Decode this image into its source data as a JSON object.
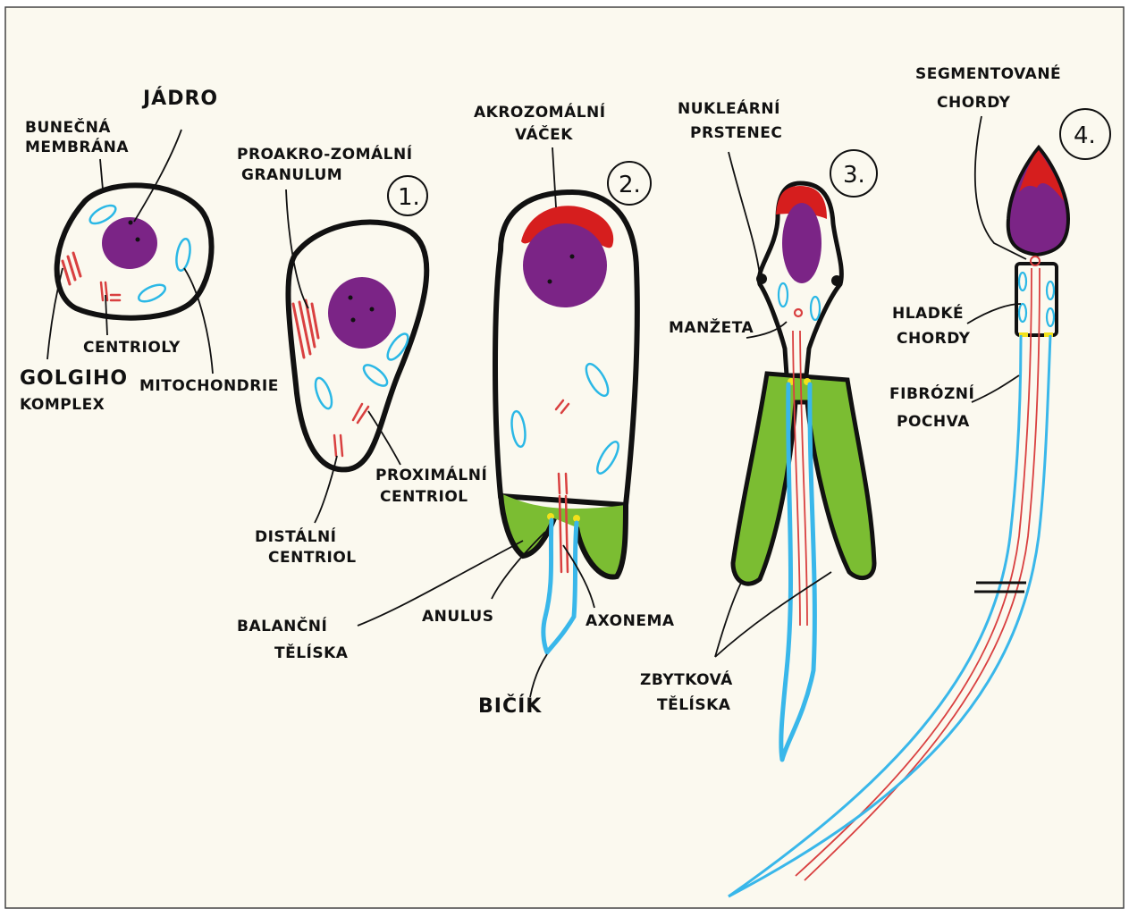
{
  "colors": {
    "paper": "#fbf9ef",
    "outline": "#111111",
    "nucleus": "#7b2486",
    "acrosome": "#d61e1e",
    "golgi": "#d94040",
    "mitochondria": "#2bb8e6",
    "body_green": "#7bbd32",
    "annulus": "#f2e11b",
    "flagellum": "#39b7ea"
  },
  "stages": [
    "1.",
    "2.",
    "3.",
    "4."
  ],
  "labels": {
    "bunecna_1": "BUNEČNÁ",
    "bunecna_2": "MEMBRÁNA",
    "jadro": "JÁDRO",
    "golgiho_1": "GOLGIHO",
    "golgiho_2": "KOMPLEX",
    "centrioly": "CENTRIOLY",
    "mitochondrie": "MITOCHONDRIE",
    "proakro_1": "PROAKRO-ZOMÁLNÍ",
    "proakro_2": "GRANULUM",
    "proximalni_1": "PROXIMÁLNÍ",
    "proximalni_2": "CENTRIOL",
    "distalni_1": "DISTÁLNÍ",
    "distalni_2": "CENTRIOL",
    "akro_1": "AKROZOMÁLNÍ",
    "akro_2": "VÁČEK",
    "balancni_1": "BALANČNÍ",
    "balancni_2": "TĚLÍSKA",
    "anulus": "ANULUS",
    "axonema": "AXONEMA",
    "bicik": "BIČÍK",
    "nuklearni_1": "NUKLEÁRNÍ",
    "nuklearni_2": "PRSTENEC",
    "manzeta": "MANŽETA",
    "zbytkova_1": "ZBYTKOVÁ",
    "zbytkova_2": "TĚLÍSKA",
    "segment_1": "SEGMENTOVANÉ",
    "segment_2": "CHORDY",
    "hladke_1": "HLADKÉ",
    "hladke_2": "CHORDY",
    "fibrozni_1": "FIBRÓZNÍ",
    "fibrozni_2": "POCHVA"
  }
}
